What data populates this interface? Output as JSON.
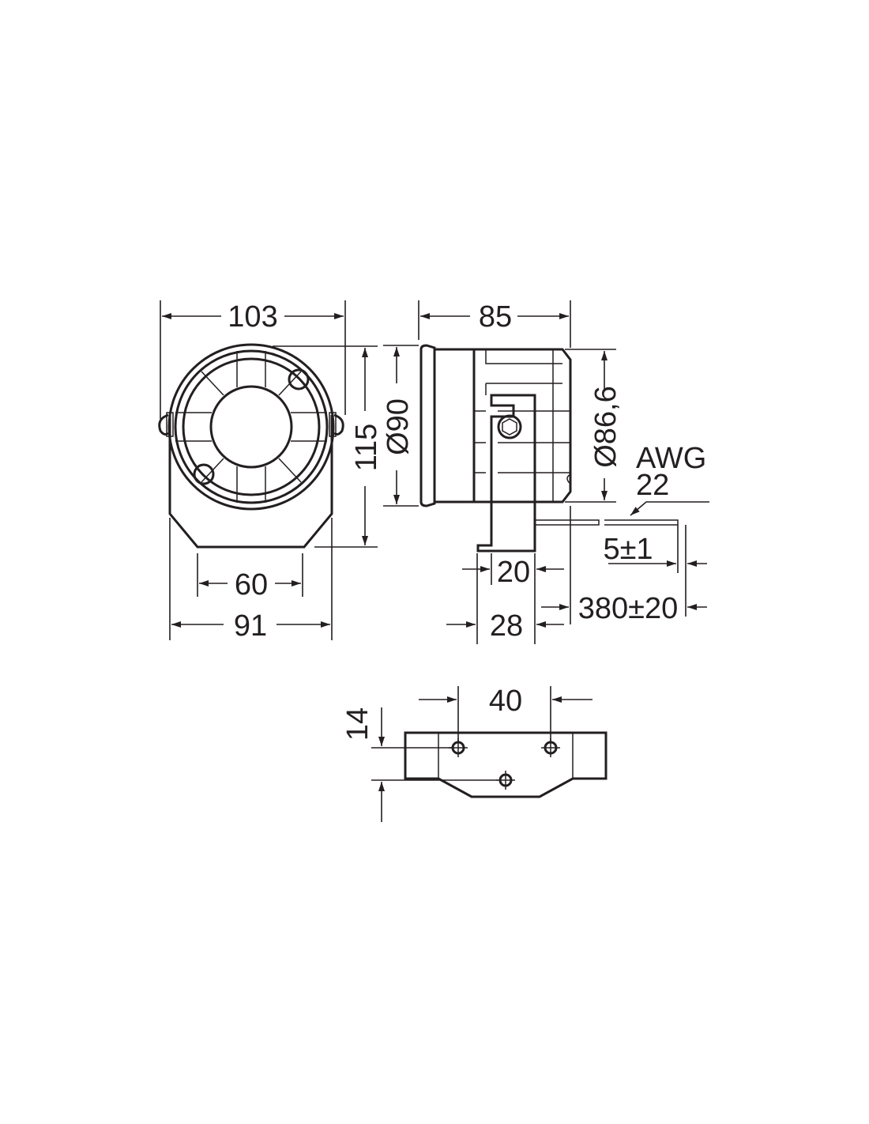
{
  "front_view": {
    "width": "103",
    "height": "115",
    "hole_spacing": "60",
    "base_width": "91"
  },
  "side_view": {
    "depth": "85",
    "front_diameter": "Ø90",
    "rear_diameter": "Ø86,6",
    "wire_gauge_line1": "AWG",
    "wire_gauge_line2": "22",
    "strip_length": "5±1",
    "bracket_inner": "20",
    "bracket_outer": "28",
    "wire_length": "380±20"
  },
  "bottom_view": {
    "hole_spacing": "40",
    "hole_offset": "14"
  },
  "colors": {
    "ink": "#231f20",
    "background": "#ffffff"
  }
}
